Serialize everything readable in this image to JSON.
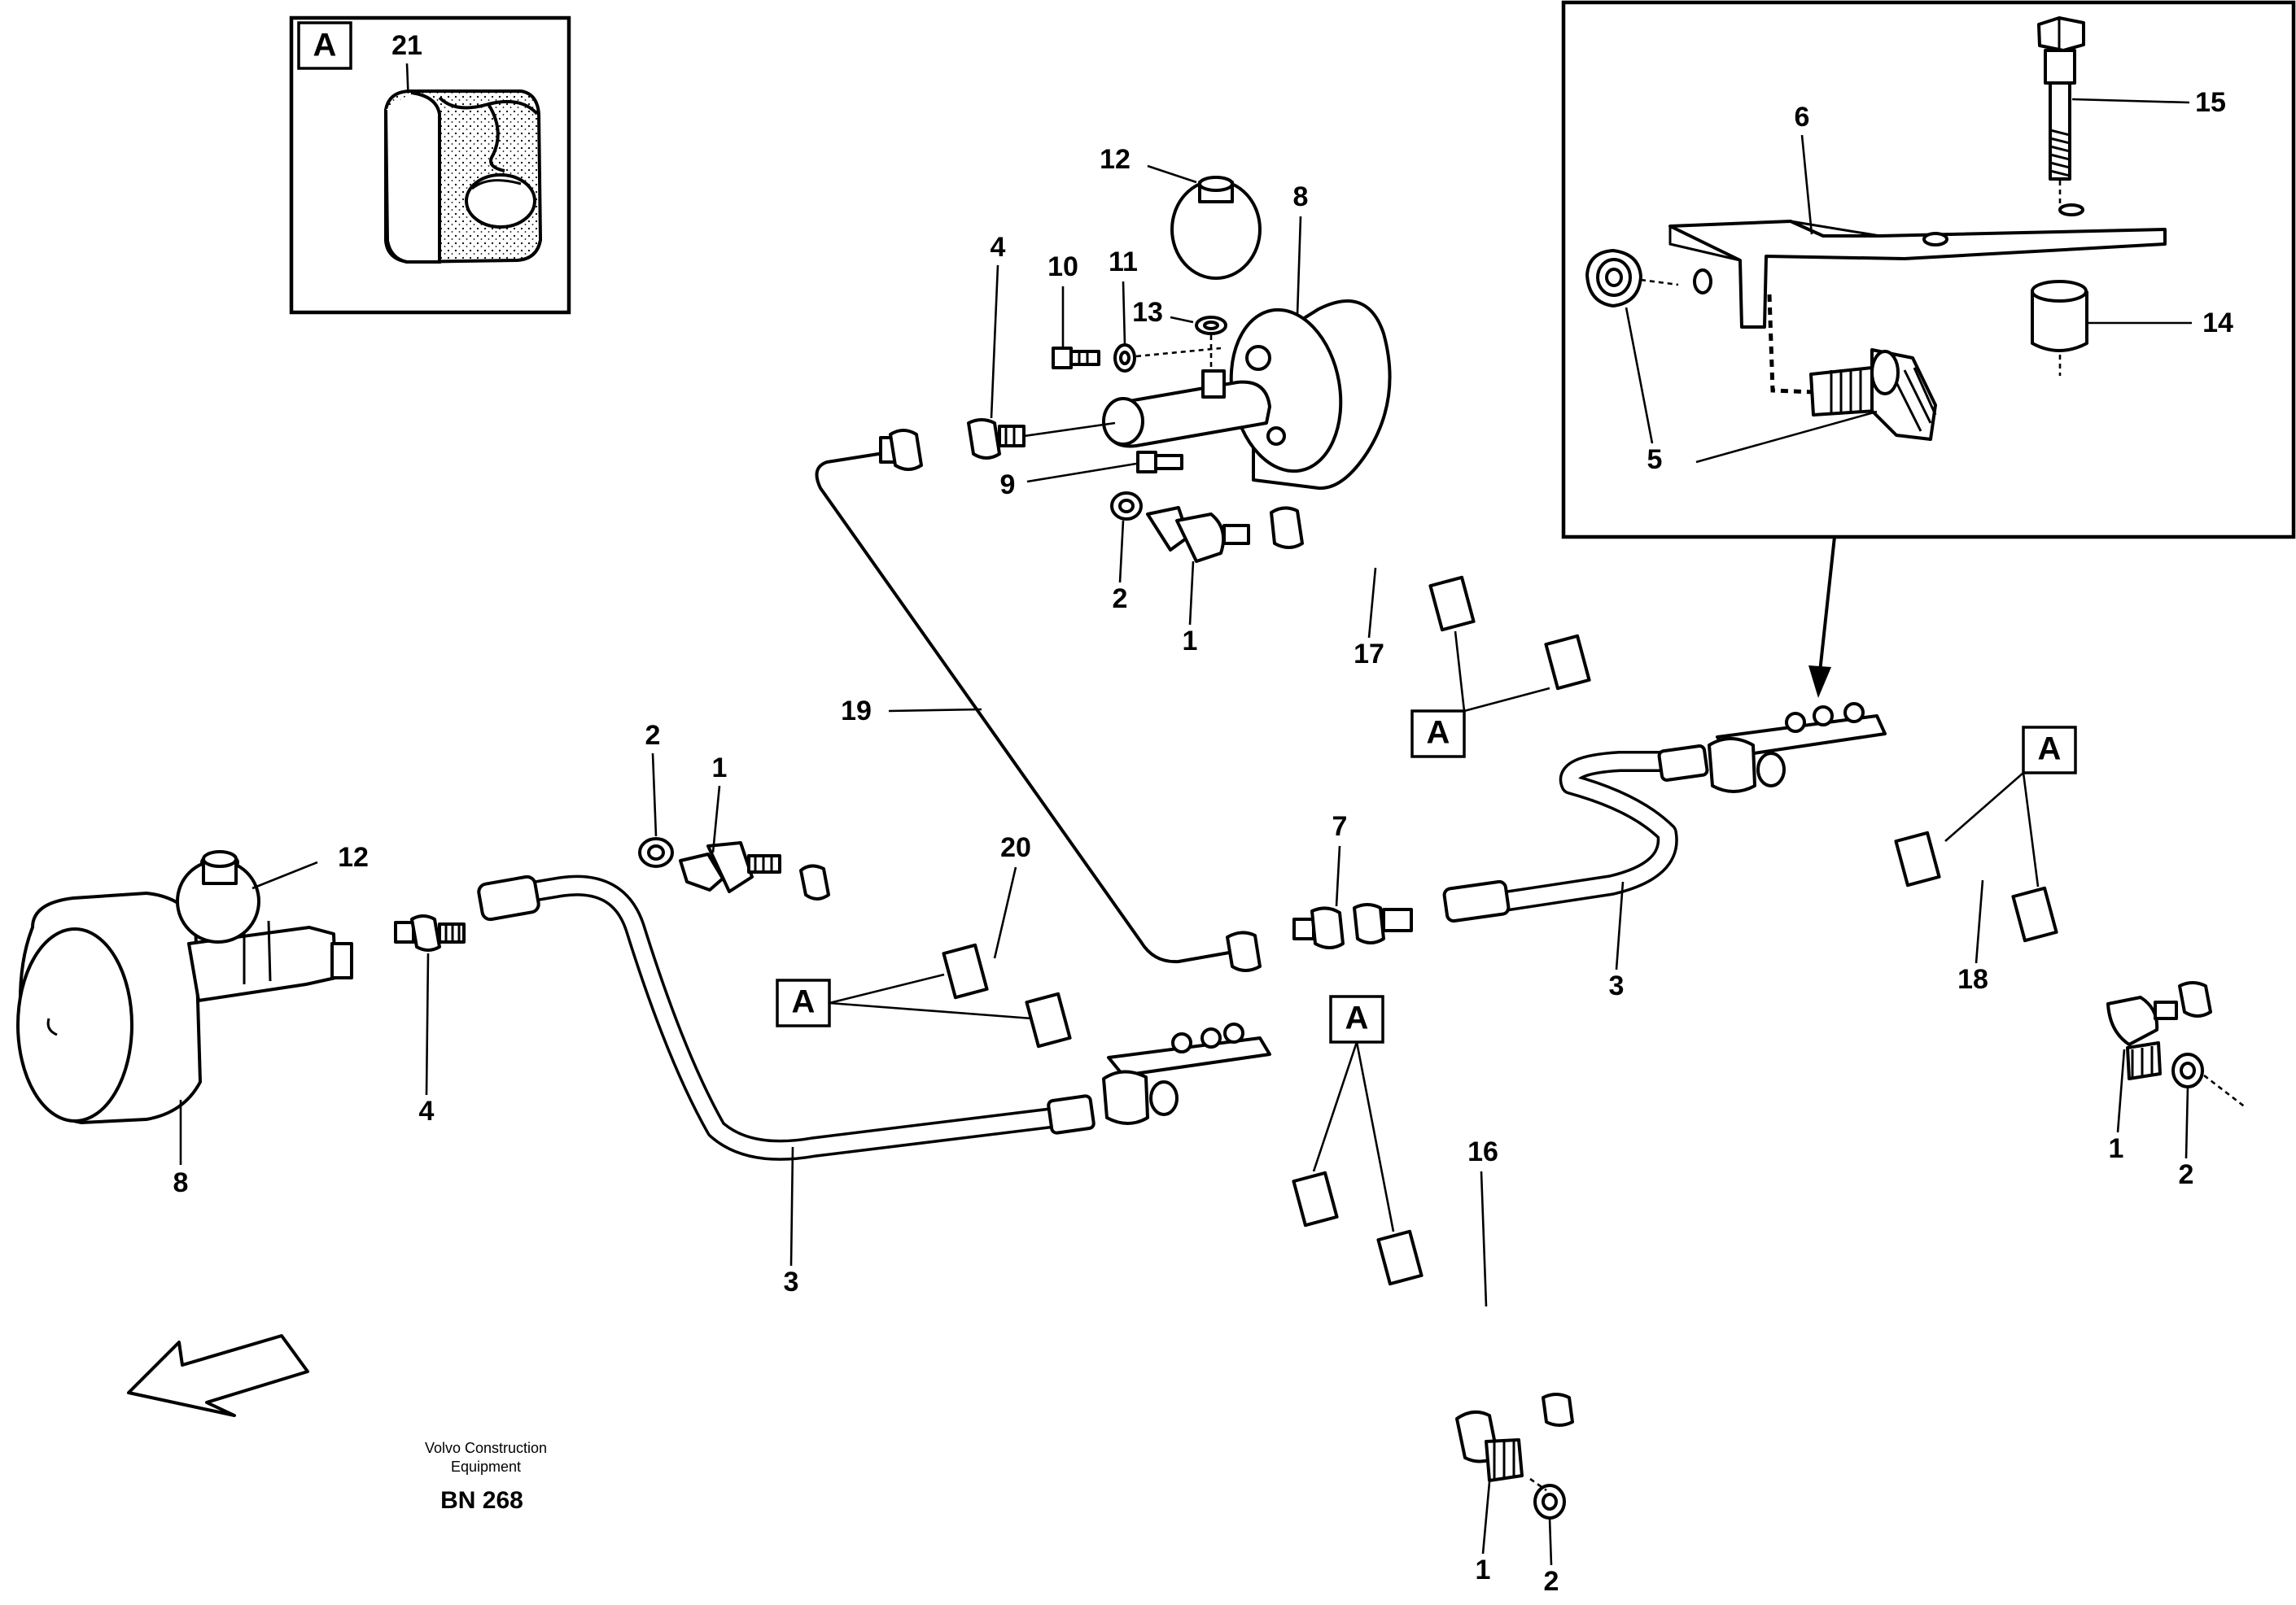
{
  "detail_a": {
    "tag": "A",
    "part_number": "21"
  },
  "detail_bracket": {
    "labels": {
      "bracket": "6",
      "bolt": "15",
      "spacer": "14",
      "nut": "5",
      "fitting": "5"
    }
  },
  "group_markers": [
    "A",
    "A",
    "A",
    "A"
  ],
  "callouts": {
    "left_cylinder": "8",
    "left_reservoir": "12",
    "left_nipple": "4",
    "left_hose": "3",
    "mid_washer": "2",
    "mid_elbow": "1",
    "left_clip_label": "20",
    "lower_pipe": "16",
    "bottom_elbow": "1",
    "bottom_washer": "2",
    "long_pipe": "19",
    "union": "7",
    "right_hose": "3",
    "upper_cylinder": "8",
    "upper_reservoir": "12",
    "upper_nipple": "4",
    "bolt_10": "10",
    "washer_11": "11",
    "washer_13": "13",
    "bolt_9": "9",
    "upper_washer": "2",
    "upper_elbow": "1",
    "upper_pipe": "17",
    "right_pipe": "18",
    "right_elbow": "1",
    "right_washer": "2"
  },
  "footer": {
    "brand_line1": "Volvo Construction",
    "brand_line2": "Equipment",
    "code": "BN 268"
  }
}
